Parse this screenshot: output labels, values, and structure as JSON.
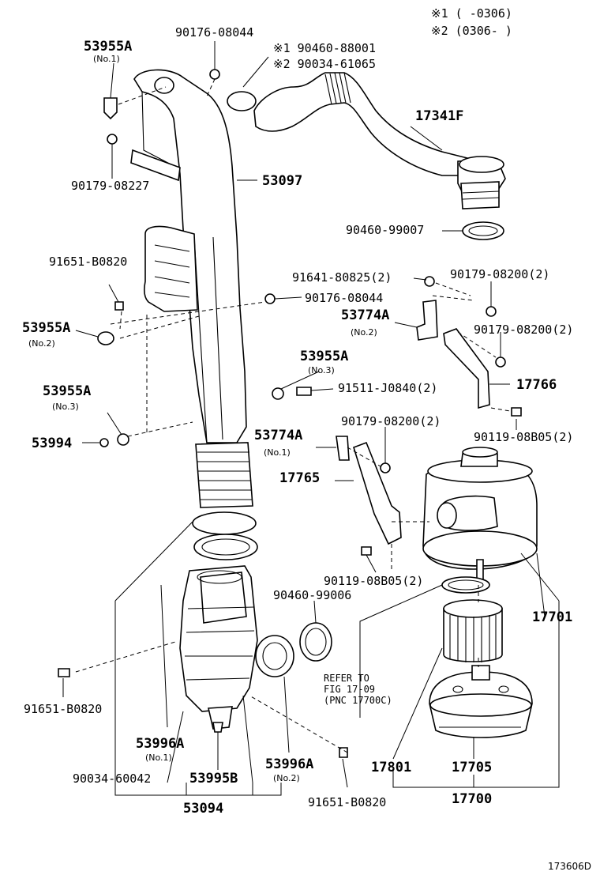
{
  "notes": {
    "note1": "※1 (     -0306)",
    "note2": "※2 (0306-     )"
  },
  "figure_id": "173606D",
  "reference": {
    "line1": "REFER TO",
    "line2": "FIG 17-09",
    "line3": "(PNC 17700C)"
  },
  "labels": {
    "l01": "53955A",
    "l01s": "(No.1)",
    "l02": "90176-08044",
    "l03": "※1  90460-88001",
    "l04": "※2  90034-61065",
    "l05": "17341F",
    "l06": "90179-08227",
    "l07": "53097",
    "l08": "90460-99007",
    "l09": "91651-B0820",
    "l10": "91641-80825(2)",
    "l11": "90179-08200(2)",
    "l12": "90176-08044",
    "l13": "53955A",
    "l13s": "(No.2)",
    "l14": "53774A",
    "l14s": "(No.2)",
    "l15": "90179-08200(2)",
    "l16": "53955A",
    "l16s": "(No.3)",
    "l17": "91511-J0840(2)",
    "l18": "17766",
    "l19": "53955A",
    "l19s": "(No.3)",
    "l20": "90119-08B05(2)",
    "l21": "53994",
    "l22": "90179-08200(2)",
    "l23": "53774A",
    "l23s": "(No.1)",
    "l24": "17765",
    "l25": "90119-08B05(2)",
    "l26": "90460-99006",
    "l27": "17701",
    "l28": "91651-B0820",
    "l29": "53996A",
    "l29s": "(No.1)",
    "l30": "53996A",
    "l30s": "(No.2)",
    "l31": "90034-60042",
    "l32": "53995B",
    "l33": "91651-B0820",
    "l34": "17801",
    "l35": "17705",
    "l36": "53094",
    "l37": "17700"
  }
}
